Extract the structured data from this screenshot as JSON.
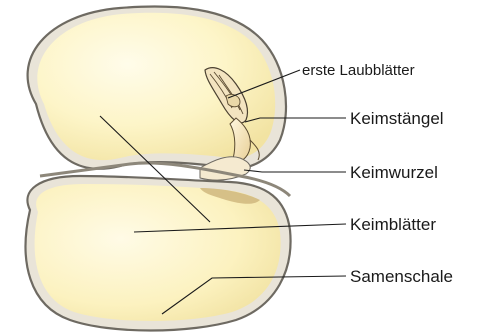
{
  "labels": {
    "first_leaves": "erste Laubblätter",
    "stem": "Keimstängel",
    "root": "Keimwurzel",
    "cotyledons": "Keimblätter",
    "seed_coat": "Samenschale"
  },
  "colors": {
    "seed_coat": "#6e6a62",
    "cotyledon_light": "#fffbe2",
    "cotyledon_mid": "#fbf1b8",
    "cotyledon_dark": "#e6d58a",
    "embryo_tan": "#d9b978",
    "text": "#1a1a1a"
  }
}
